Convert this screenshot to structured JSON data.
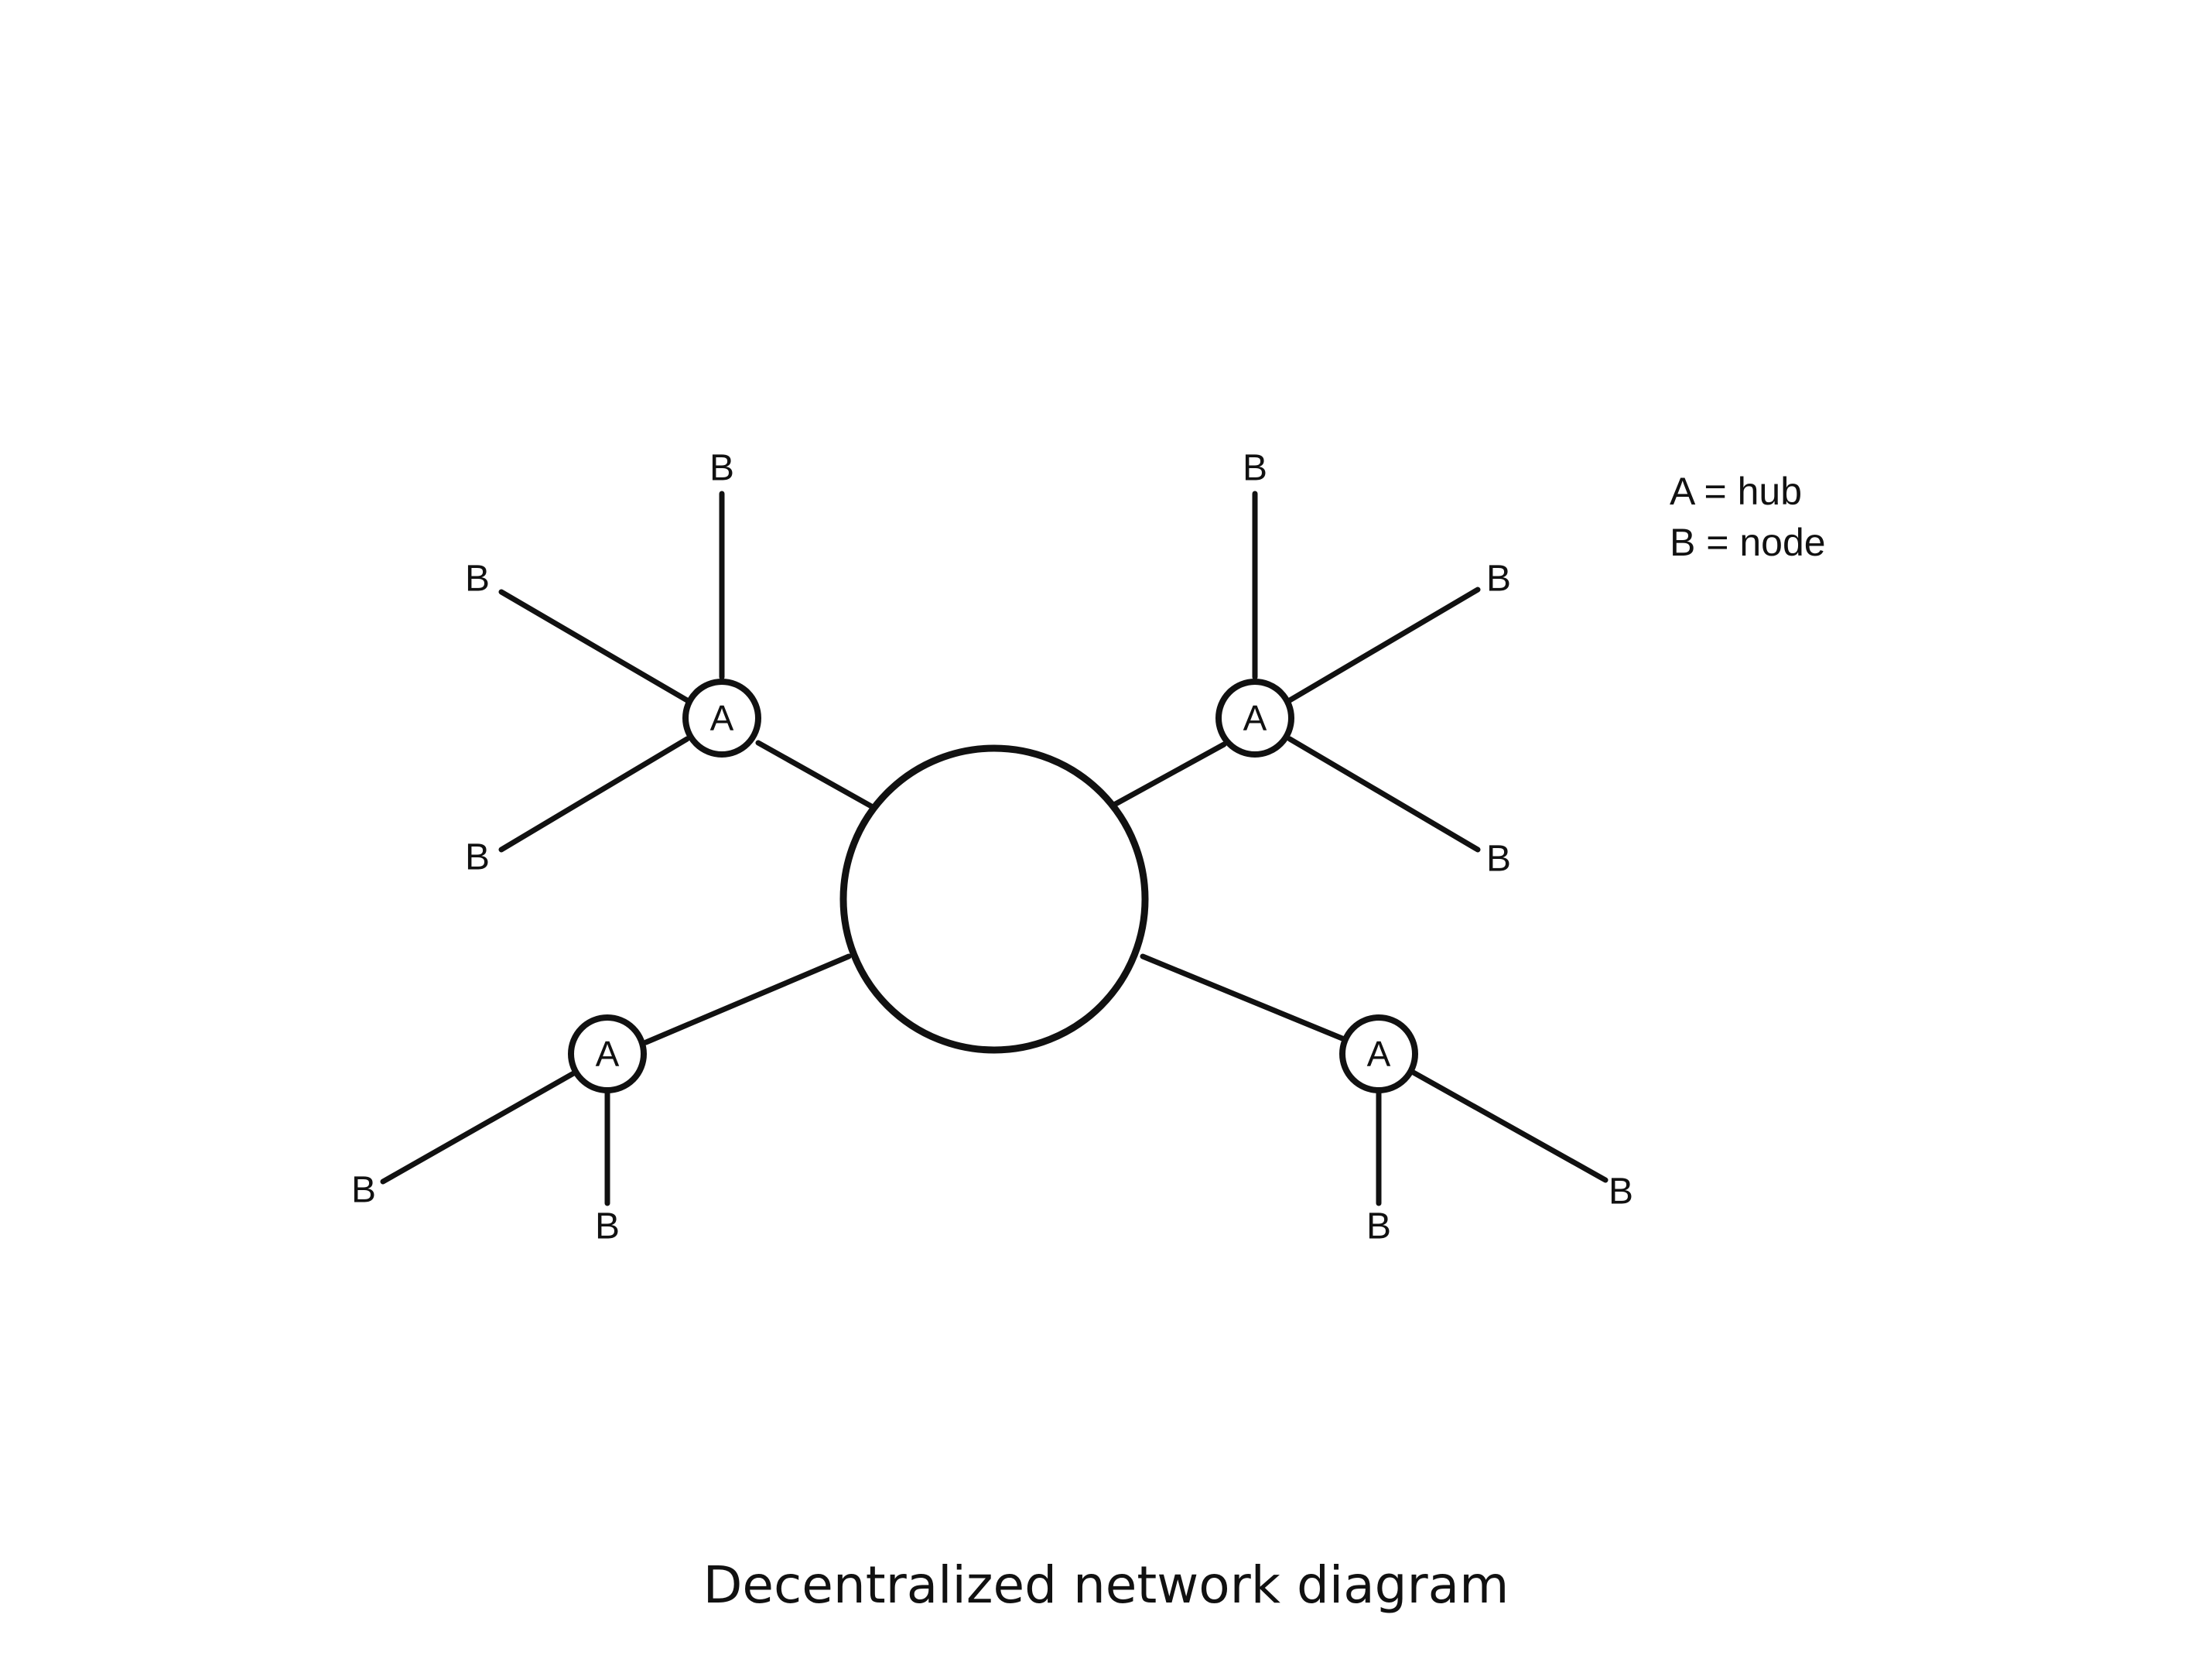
{
  "diagram": {
    "type": "decentralized-network",
    "center": {
      "label": ""
    },
    "hubs": [
      {
        "id": "top-left",
        "label": "A",
        "nodes": [
          "B",
          "B",
          "B"
        ]
      },
      {
        "id": "top-right",
        "label": "A",
        "nodes": [
          "B",
          "B",
          "B"
        ]
      },
      {
        "id": "bottom-left",
        "label": "A",
        "nodes": [
          "B",
          "B"
        ]
      },
      {
        "id": "bottom-right",
        "label": "A",
        "nodes": [
          "B",
          "B"
        ]
      }
    ],
    "legend": {
      "hub": "A = hub",
      "node": "B = node"
    },
    "colors": {
      "stroke": "#111111",
      "background": "#ffffff"
    }
  },
  "caption": "Decentralized network diagram"
}
